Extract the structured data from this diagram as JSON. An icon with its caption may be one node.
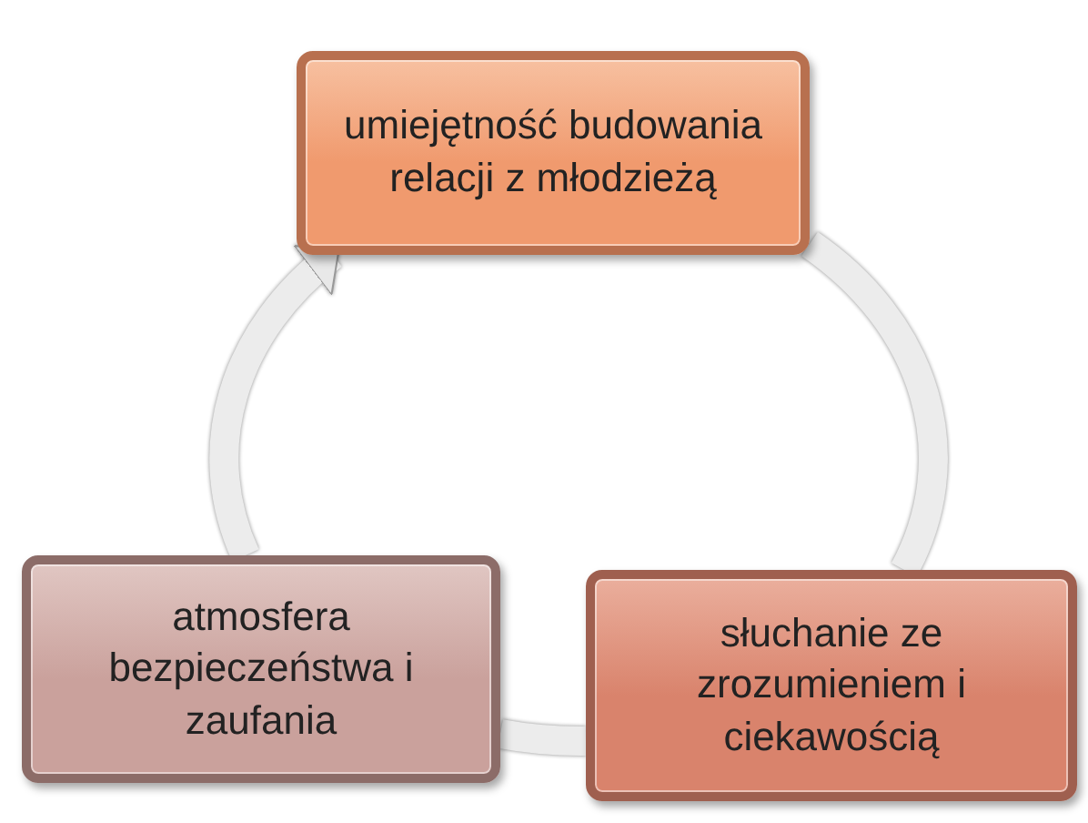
{
  "diagram": {
    "nodes": [
      {
        "text": [
          "umiejętność budowania relacji z młodzieżą"
        ]
      },
      {
        "text": [
          "słuchanie ze zrozumieniem i ciekawością"
        ]
      },
      {
        "text": [
          "atmosfera bezpieczeństwa i zaufania"
        ]
      }
    ],
    "edges": [
      {
        "from": 0,
        "to": 1,
        "arrow": "none"
      },
      {
        "from": 1,
        "to": 2,
        "arrow": "none"
      },
      {
        "from": 2,
        "to": 0,
        "arrow": "to"
      }
    ]
  }
}
